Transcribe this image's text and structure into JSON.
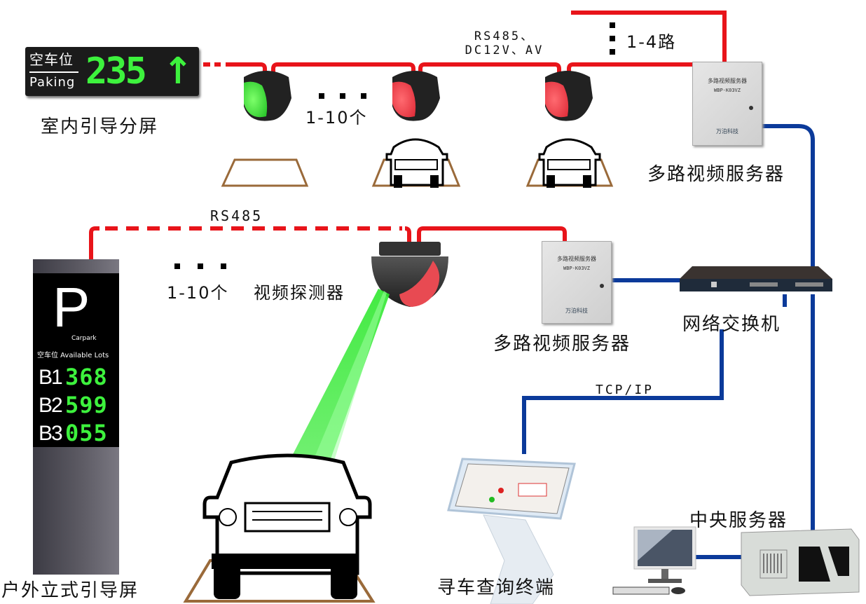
{
  "diagram": {
    "title": "视频车位引导系统拓扑",
    "colors": {
      "power_line": "#e8141a",
      "network_line": "#0b3a9a",
      "bay_outline": "#9a6a3a",
      "led_green": "#3df23d",
      "led_red": "#f24a55"
    }
  },
  "indoor_sign": {
    "label_cn": "空车位",
    "label_en": "Paking",
    "count": "235",
    "arrow": "↑",
    "caption": "室内引导分屏"
  },
  "bus_labels": {
    "top_bus": "RS485、",
    "top_bus_line2": "DC12V、AV",
    "channels": "1-4路",
    "indoor_count": "1-10个",
    "lower_bus": "RS485",
    "detector_count": "1-10个",
    "detector_name": "视频探测器",
    "tcpip": "TCP/IP"
  },
  "indicators": [
    {
      "name": "indicator-1",
      "state": "free",
      "color": "green"
    },
    {
      "name": "indicator-2",
      "state": "occupied",
      "color": "red"
    },
    {
      "name": "indicator-3",
      "state": "occupied",
      "color": "red"
    }
  ],
  "outdoor_sign": {
    "letter": "P",
    "sub": "Carpark",
    "available": "空车位  Available Lots",
    "rows": [
      {
        "level": "B1",
        "count": "368"
      },
      {
        "level": "B2",
        "count": "599"
      },
      {
        "level": "B3",
        "count": "055"
      }
    ],
    "caption": "户外立式引导屏"
  },
  "server_top": {
    "plate_title": "多路视频服务器",
    "plate_model": "WBP-K03VZ",
    "brand": "万泊科技",
    "caption": "多路视频服务器"
  },
  "server_mid": {
    "plate_title": "多路视频服务器",
    "plate_model": "WBP-K03VZ",
    "brand": "万泊科技",
    "caption": "多路视频服务器"
  },
  "switch": {
    "caption": "网络交换机"
  },
  "kiosk": {
    "caption": "寻车查询终端"
  },
  "central": {
    "caption": "中央服务器"
  }
}
